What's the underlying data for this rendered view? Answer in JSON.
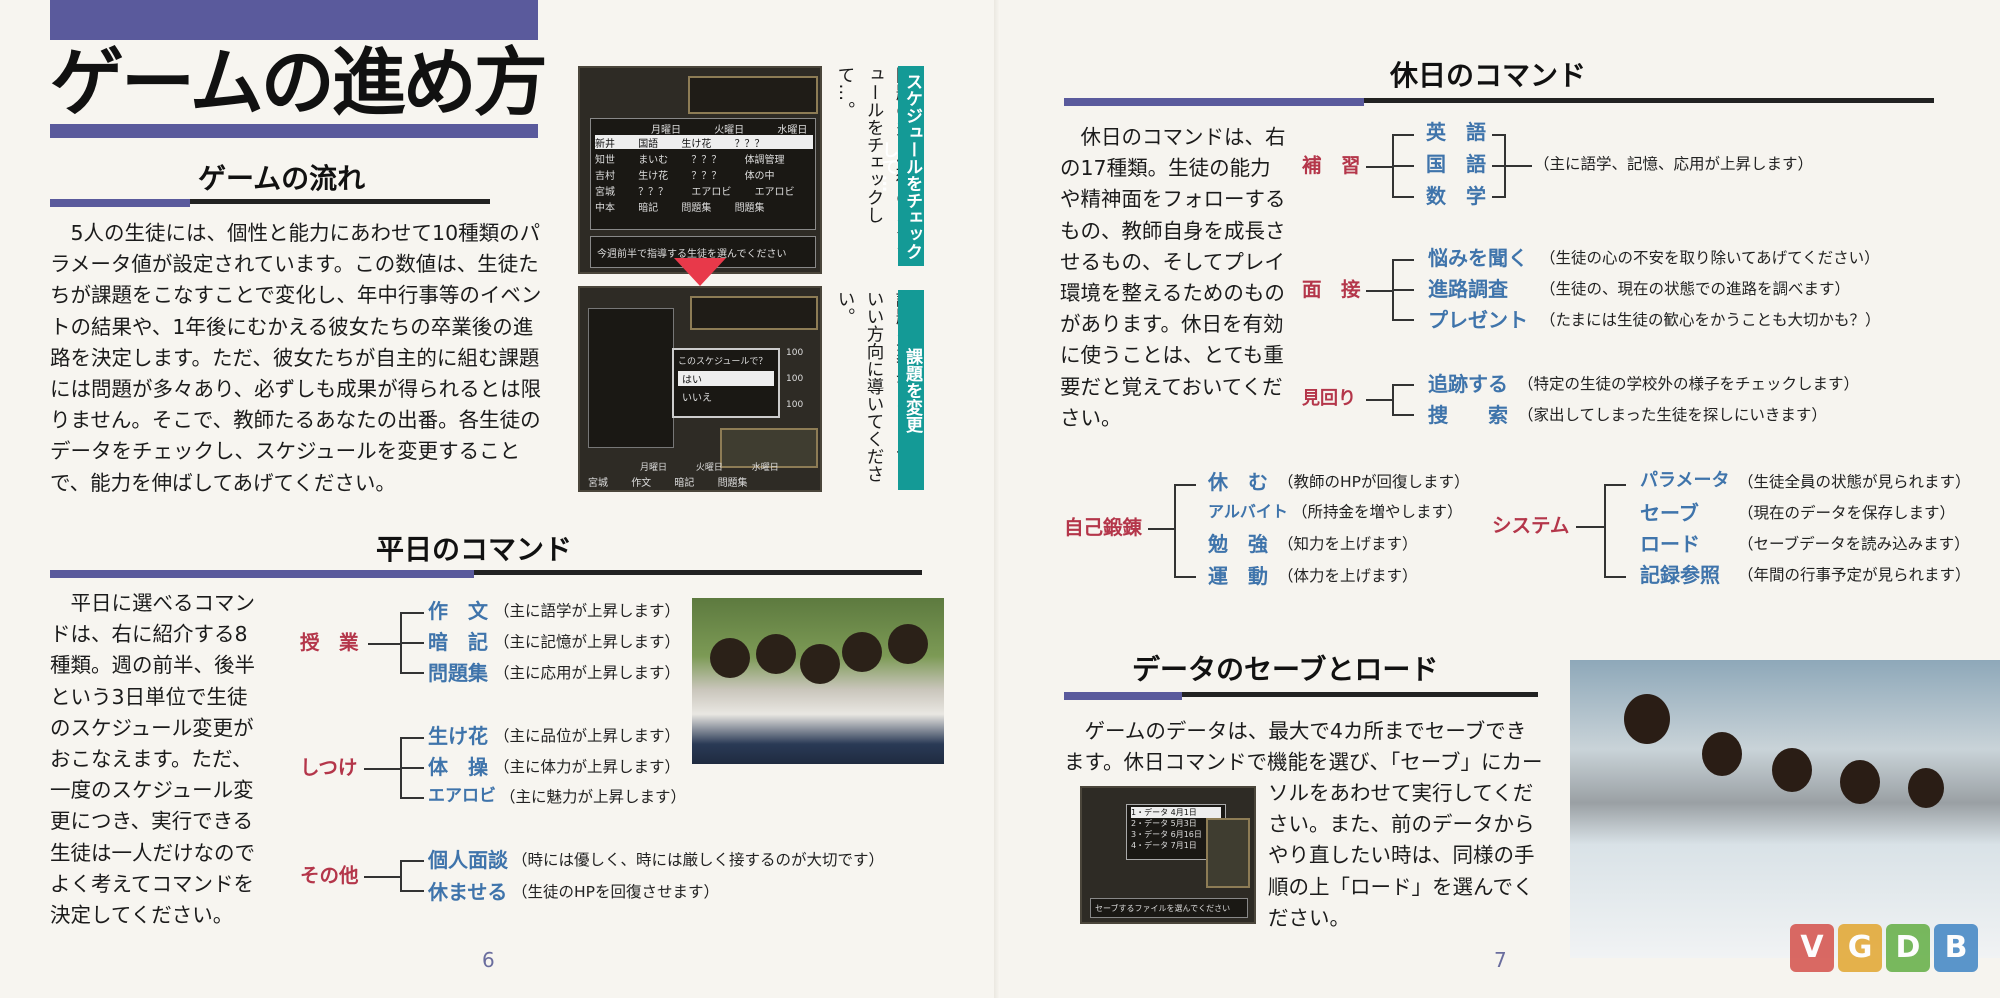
{
  "left": {
    "title": "ゲームの進め方",
    "flow_heading": "ゲームの流れ",
    "flow_text": "　5人の生徒には、個性と能力にあわせて10種類のパラメータ値が設定されています。この数値は、生徒たちが課題をこなすことで変化し、年中行事等のイベントの結果や、1年後にむかえる彼女たちの卒業後の進路を決定します。ただ、彼女たちが自主的に組む課題には問題が多々あり、必ずしも成果が得られるとは限りません。そこで、教師たるあなたの出番。各生徒のデータをチェックし、スケジュールを変更することで、能力を伸ばしてあげてください。",
    "tab_check": "スケジュールをチェックして…",
    "caption_check": "問題の多い生徒のスケジュールをチェックして…。",
    "tab_change": "課題を変更",
    "caption_change": "課題を変更することで、いい方向に導いてください。",
    "weekday_heading": "平日のコマンド",
    "weekday_text": "　平日に選べるコマンドは、右に紹介する8種類。週の前半、後半という3日単位で生徒のスケジュール変更がおこなえます。ただ、一度のスケジュール変更につき、実行できる生徒は一人だけなのでよく考えてコマンドを決定してください。",
    "groups": [
      {
        "name": "授　業",
        "items": [
          [
            "作　文",
            "（主に語学が上昇します）"
          ],
          [
            "暗　記",
            "（主に記憶が上昇します）"
          ],
          [
            "問題集",
            "（主に応用が上昇します）"
          ]
        ]
      },
      {
        "name": "しつけ",
        "items": [
          [
            "生け花",
            "（主に品位が上昇します）"
          ],
          [
            "体　操",
            "（主に体力が上昇します）"
          ],
          [
            "エアロビ",
            "（主に魅力が上昇します）"
          ]
        ]
      },
      {
        "name": "その他",
        "items": [
          [
            "個人面談",
            "（時には優しく、時には厳しく接するのが大切です）"
          ],
          [
            "休ませる",
            "（生徒のHPを回復させます）"
          ]
        ]
      }
    ],
    "page_number": "6",
    "screen1": {
      "days": [
        "月曜日",
        "火曜日",
        "水曜日"
      ],
      "rows": [
        [
          "新井",
          "国語",
          "生け花",
          "？？？"
        ],
        [
          "知世",
          "まいむ",
          "？？？",
          "体調管理"
        ],
        [
          "吉村",
          "生け花",
          "？？？",
          "体の中"
        ],
        [
          "宮城",
          "？？？",
          "エアロビ",
          "エアロビ"
        ],
        [
          "中本",
          "暗記",
          "問題集",
          "問題集"
        ]
      ],
      "message": "今週前半で指導する生徒を選んでください"
    },
    "screen2": {
      "choices": [
        "このスケジュールで？",
        "はい",
        "いいえ"
      ],
      "footer": [
        "宮城",
        "作文",
        "暗記",
        "問題集"
      ],
      "footer_days": [
        "月曜日",
        "火曜日",
        "水曜日"
      ],
      "values": [
        "100",
        "100",
        "100"
      ]
    }
  },
  "right": {
    "holiday_heading": "休日のコマンド",
    "holiday_text": "　休日のコマンドは、右の17種類。生徒の能力や精神面をフォローするもの、教師自身を成長させるもの、そしてプレイ環境を整えるためのものがあります。休日を有効に使うことは、とても重要だと覚えておいてください。",
    "hoshu": {
      "name": "補　習",
      "items": [
        "英　語",
        "国　語",
        "数　学"
      ],
      "note": "（主に語学、記憶、応用が上昇します）"
    },
    "mensetsu": {
      "name": "面　接",
      "items": [
        [
          "悩みを聞く",
          "（生徒の心の不安を取り除いてあげてください）"
        ],
        [
          "進路調査",
          "（生徒の、現在の状態での進路を調べます）"
        ],
        [
          "プレゼント",
          "（たまには生徒の歓心をかうことも大切かも？）"
        ]
      ]
    },
    "mimawari": {
      "name": "見回り",
      "items": [
        [
          "追跡する",
          "（特定の生徒の学校外の様子をチェックします）"
        ],
        [
          "捜　　索",
          "（家出してしまった生徒を探しにいきます）"
        ]
      ]
    },
    "jiko": {
      "name": "自己鍛錬",
      "items": [
        [
          "休　む",
          "（教師のHPが回復します）"
        ],
        [
          "アルバイト",
          "（所持金を増やします）"
        ],
        [
          "勉　強",
          "（知力を上げます）"
        ],
        [
          "運　動",
          "（体力を上げます）"
        ]
      ]
    },
    "system": {
      "name": "システム",
      "items": [
        [
          "パラメータ",
          "（生徒全員の状態が見られます）"
        ],
        [
          "セーブ",
          "（現在のデータを保存します）"
        ],
        [
          "ロード",
          "（セーブデータを読み込みます）"
        ],
        [
          "記録参照",
          "（年間の行事予定が見られます）"
        ]
      ]
    },
    "save_heading": "データのセーブとロード",
    "save_text_top": "　ゲームのデータは、最大で4カ所までセーブできます。休日コマンドで機能を選び、「セーブ」にカー",
    "save_text_side": "ソルをあわせて実行してください。また、前のデータからやり直したい時は、同様の手順の上「ロード」を選んでください。",
    "page_number": "7",
    "save_screen": {
      "rows": [
        "1・データ 4月1日",
        "2・データ 5月3日",
        "3・データ 6月16日",
        "4・データ 7月1日"
      ],
      "message": "セーブするファイルを選んでください"
    },
    "watermark": [
      "V",
      "G",
      "D",
      "B"
    ]
  },
  "colors": {
    "accent_purple": "#5a5a9c",
    "teal": "#149a96",
    "red": "#b4364a",
    "blue": "#3f74ab"
  }
}
